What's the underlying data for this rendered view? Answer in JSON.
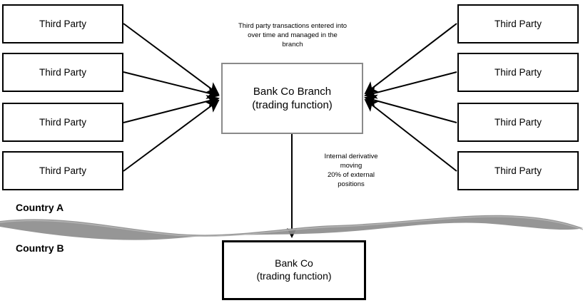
{
  "diagram": {
    "title": "Bank Co Branch trading function diagram",
    "colors": {
      "background": "#ffffff",
      "box_border": "#000000",
      "branch_border": "#8a8a8a",
      "border_wave": "#808080",
      "connector": "#000000"
    }
  },
  "left_parties": [
    {
      "label": "Third Party"
    },
    {
      "label": "Third Party"
    },
    {
      "label": "Third Party"
    },
    {
      "label": "Third Party"
    }
  ],
  "right_parties": [
    {
      "label": "Third Party"
    },
    {
      "label": "Third Party"
    },
    {
      "label": "Third Party"
    },
    {
      "label": "Third Party"
    }
  ],
  "branch_node": {
    "label": "Bank Co Branch\n(trading function)"
  },
  "bankco_node": {
    "label": "Bank Co\n(trading function)"
  },
  "annotations": {
    "top": "Third party transactions entered into\nover time and managed in the\nbranch",
    "internal": "Internal derivative\nmoving\n20% of external\npositions"
  },
  "country_labels": {
    "upper": "Country A",
    "lower": "Country B"
  }
}
